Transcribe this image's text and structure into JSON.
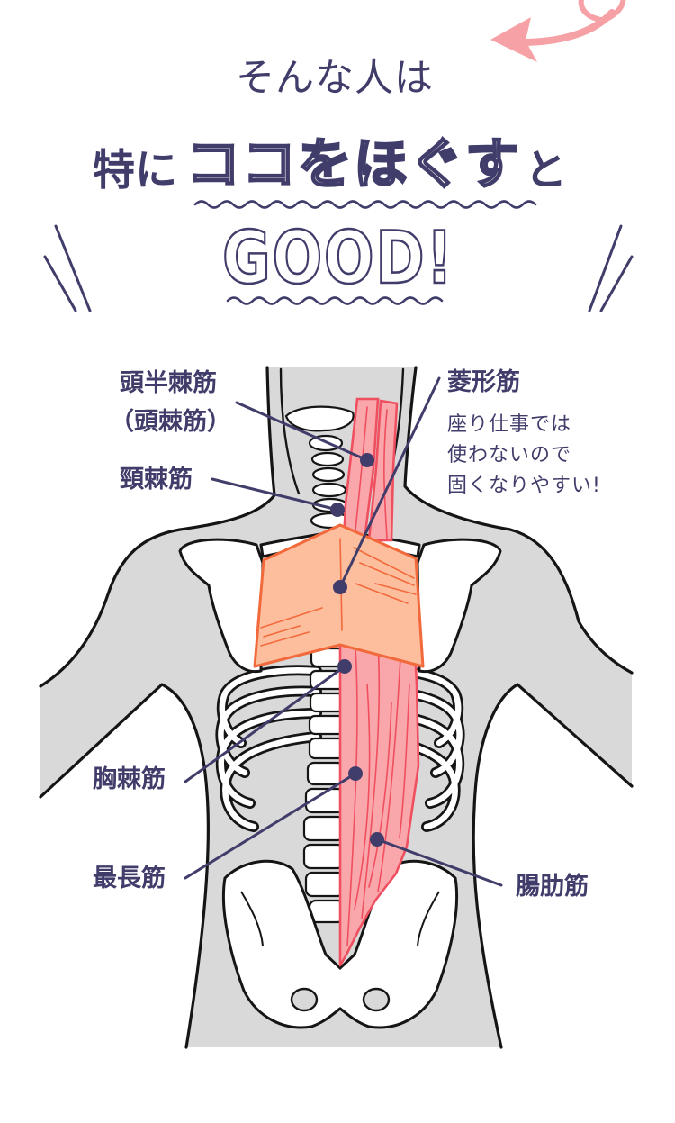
{
  "header": {
    "intro": "そんな人は",
    "line2_prefix": "特に",
    "line2_emphasis": "ココをほぐす",
    "line2_suffix": "と",
    "good": "GOOD!"
  },
  "labels": {
    "semispinalis_capitis": "頭半棘筋",
    "semispinalis_capitis_alt": "（頭棘筋）",
    "spinalis_cervicis": "頸棘筋",
    "rhomboid": "菱形筋",
    "rhomboid_note": [
      "座り仕事では",
      "使わないので",
      "固くなりやすい!"
    ],
    "spinalis_thoracis": "胸棘筋",
    "longissimus": "最長筋",
    "iliocostalis": "腸肋筋"
  },
  "icons": {
    "decoration_arrow": "pink-curved-arrow-icon",
    "emphasis_marks": "emphasis-lines-icon"
  },
  "colors": {
    "text": "#413d6b",
    "arrow_pink": "#f6a1a6",
    "body_gray": "#d9d9d9",
    "erector_fill": "#f9a7ab",
    "erector_stroke": "#ef4f5f",
    "rhomboid_fill": "#fdbe9e",
    "rhomboid_stroke": "#f26a3c"
  }
}
